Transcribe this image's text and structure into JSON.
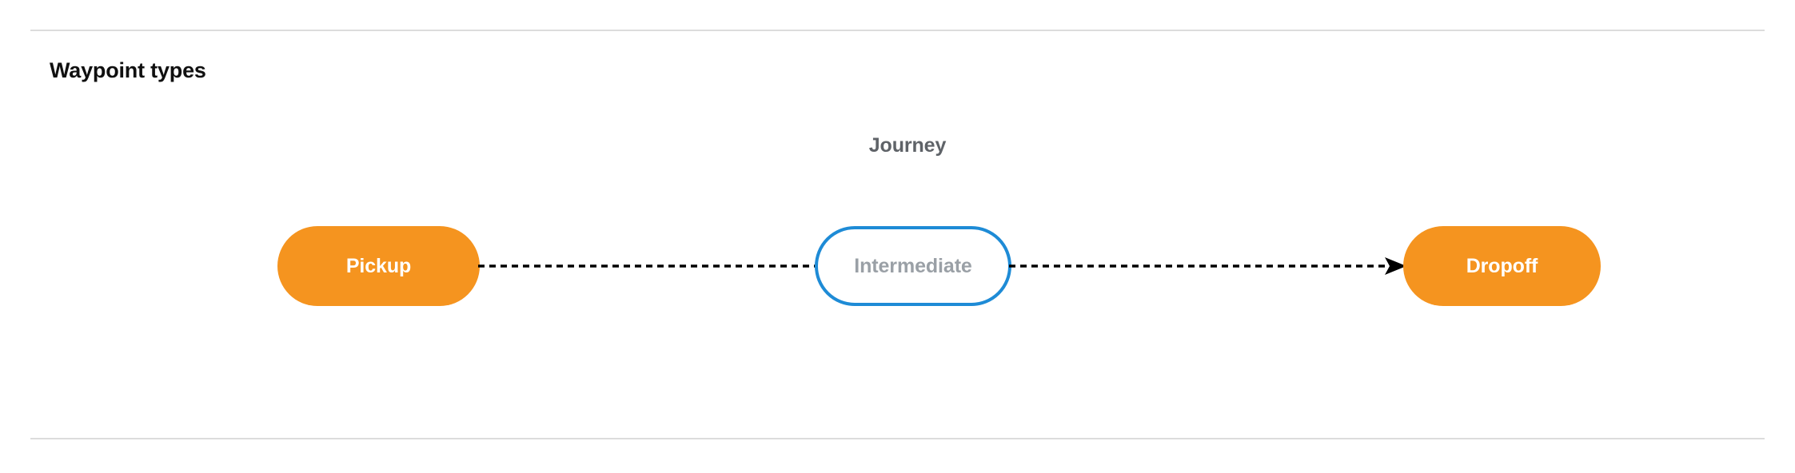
{
  "section": {
    "title": "Waypoint types"
  },
  "diagram": {
    "group_label": "Journey",
    "nodes": [
      {
        "id": "pickup",
        "label": "Pickup",
        "style": "filled",
        "fill": "#F5941F",
        "text_color": "#FFFFFF"
      },
      {
        "id": "intermediate",
        "label": "Intermediate",
        "style": "outlined",
        "fill": "#FFFFFF",
        "border_color": "#1E8BD6",
        "text_color": "#9AA0A6"
      },
      {
        "id": "dropoff",
        "label": "Dropoff",
        "style": "filled",
        "fill": "#F5941F",
        "text_color": "#FFFFFF"
      }
    ],
    "edges": [
      {
        "id": "pickup-to-intermediate",
        "from": "pickup",
        "to": "intermediate",
        "line": "dashed",
        "arrow": false,
        "color": "#000000"
      },
      {
        "id": "intermediate-to-dropoff",
        "from": "intermediate",
        "to": "dropoff",
        "line": "dashed",
        "arrow": true,
        "color": "#000000"
      }
    ]
  },
  "colors": {
    "divider": "#DCDCDC",
    "title_text": "#101010",
    "group_label_text": "#5F6368",
    "accent_orange": "#F5941F",
    "accent_blue": "#1E8BD6",
    "muted_text": "#9AA0A6",
    "background": "#FFFFFF"
  }
}
